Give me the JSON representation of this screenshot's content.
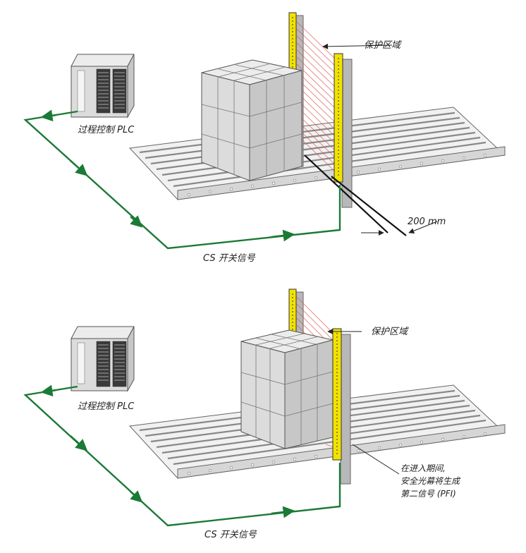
{
  "colors": {
    "signal_line": "#1b7a35",
    "light_curtain": "#f2e200",
    "beam": "#d9534f",
    "box_face": "#dcdcdc",
    "box_side": "#c4c4c4",
    "box_top": "#ececec",
    "post": "#b8b8b8",
    "conveyor": "#d9d9d9"
  },
  "panels": [
    {
      "plc_label": "过程控制 PLC",
      "zone_label": "保护区域",
      "signal_label": "CS 开关信号",
      "dimension_label": "200 mm",
      "note_lines": []
    },
    {
      "plc_label": "过程控制 PLC",
      "zone_label": "保护区域",
      "signal_label": "CS 开关信号",
      "dimension_label": "",
      "note_lines": [
        "在进入期间,",
        "安全光幕将生成",
        "第二信号 (PFI)"
      ]
    }
  ]
}
